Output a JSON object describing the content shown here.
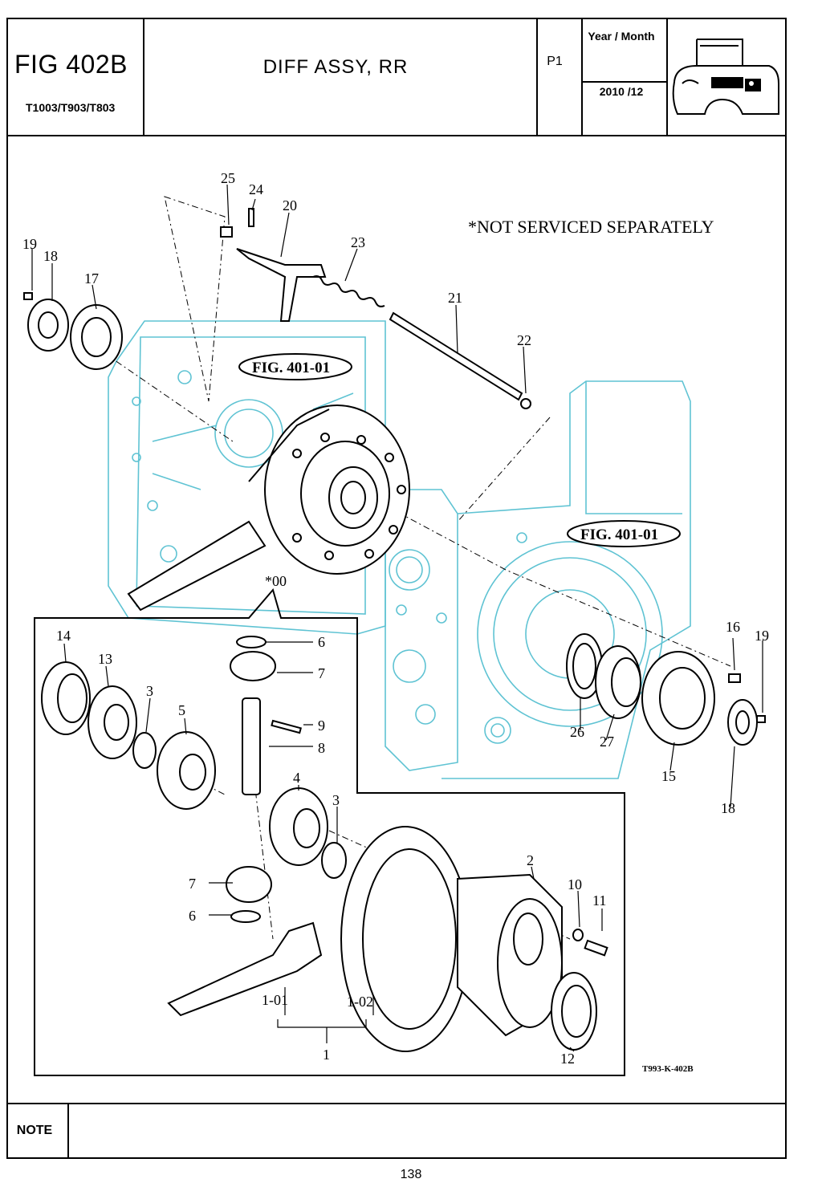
{
  "header": {
    "fig_number": "FIG 402B",
    "models": "T1003/T903/T803",
    "title": "DIFF ASSY, RR",
    "page_code": "P1",
    "year_month_label": "Year / Month",
    "year_month_value": "2010 /12"
  },
  "diagram": {
    "notice": "*NOT SERVICED SEPARATELY",
    "fig_refs": [
      "FIG. 401-01",
      "FIG. 401-01"
    ],
    "assembly_label": "*00",
    "drawing_code": "T993-K-402B",
    "callouts": [
      "25",
      "24",
      "20",
      "23",
      "21",
      "22",
      "19",
      "18",
      "17",
      "14",
      "13",
      "3",
      "5",
      "6",
      "7",
      "9",
      "8",
      "4",
      "3",
      "7",
      "6",
      "2",
      "10",
      "11",
      "1-01",
      "1-02",
      "1",
      "12",
      "16",
      "19",
      "26",
      "27",
      "15",
      "18"
    ],
    "colors": {
      "housing_line": "#5fc3d3",
      "ink": "#000000"
    }
  },
  "footer": {
    "note_label": "NOTE",
    "note_text": "",
    "page_number": "138"
  }
}
